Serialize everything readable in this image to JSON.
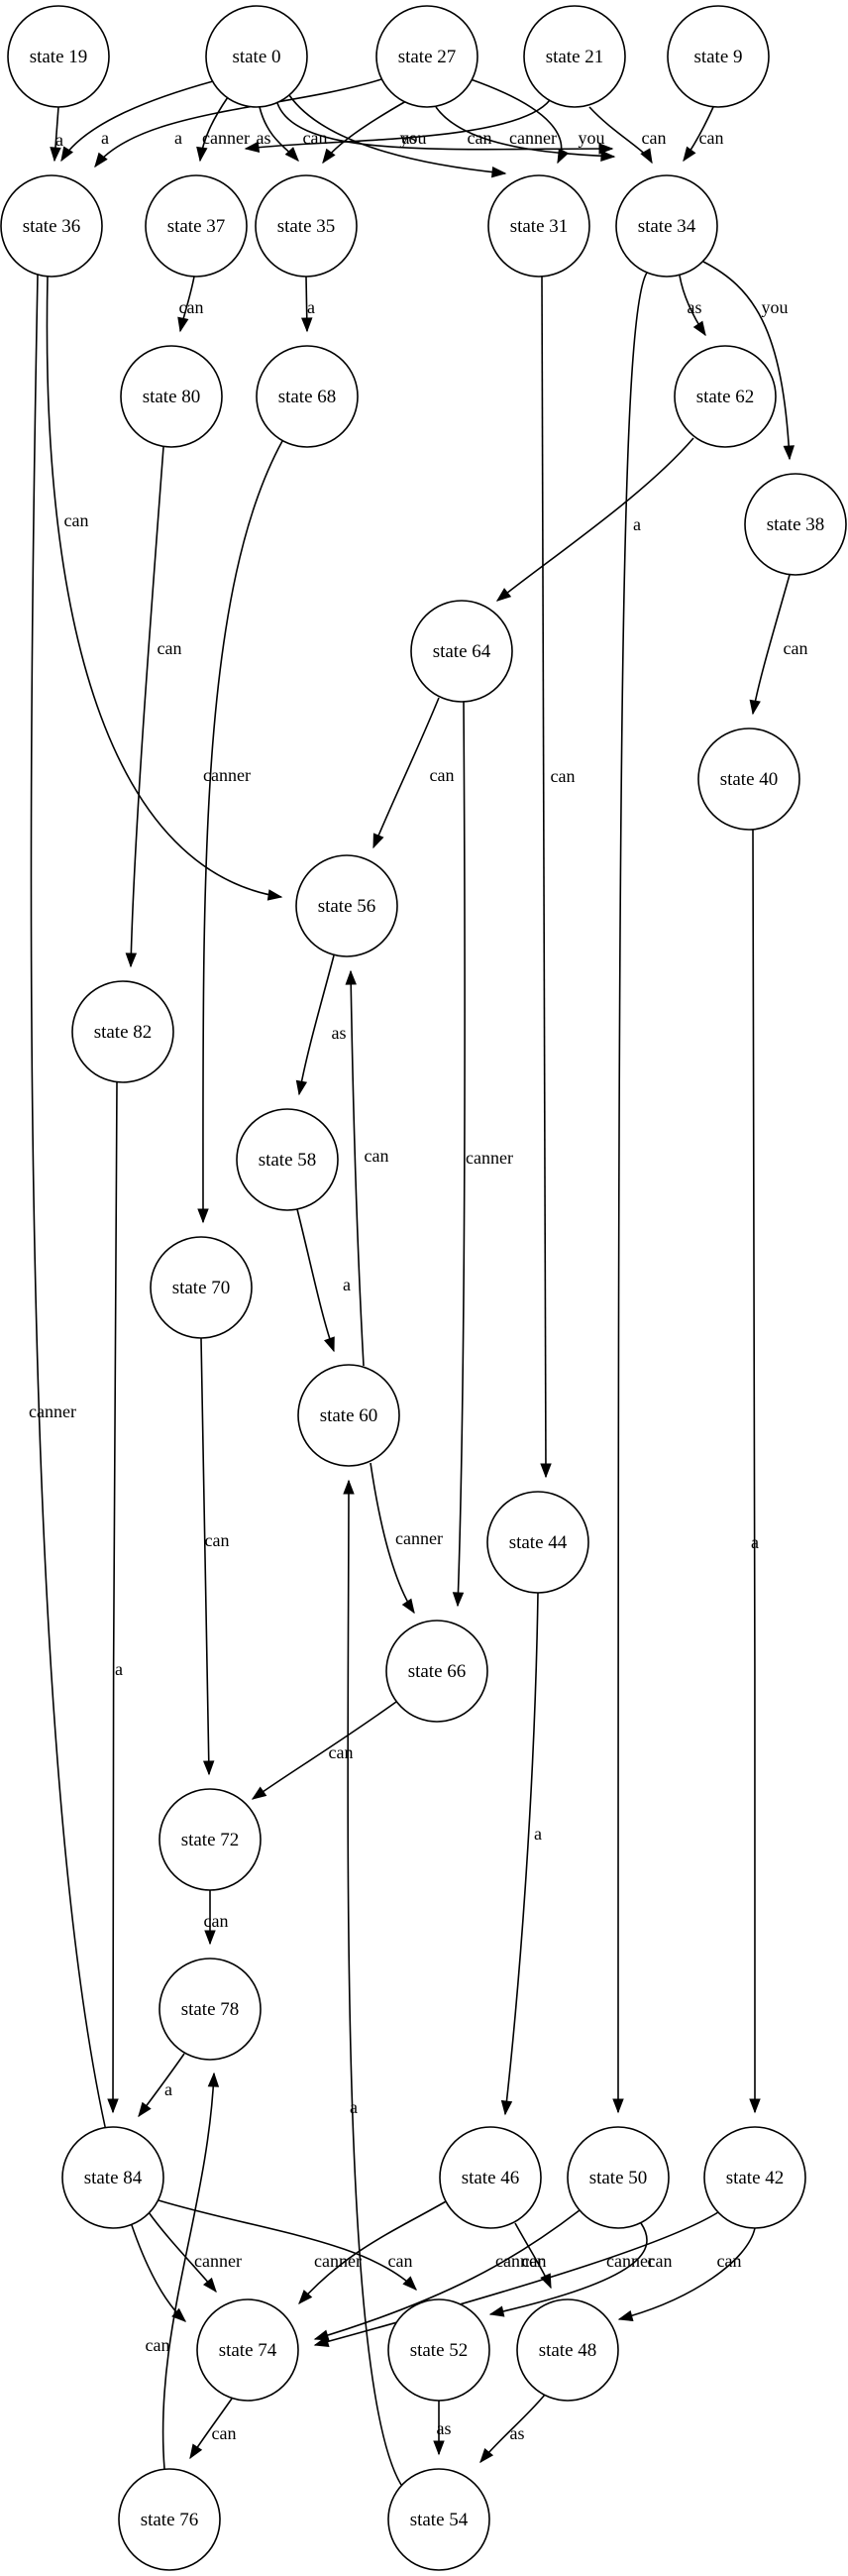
{
  "states": {
    "n0": "state 0",
    "n19": "state 19",
    "n27": "state 27",
    "n21": "state 21",
    "n9": "state 9",
    "n36": "state 36",
    "n37": "state 37",
    "n35": "state 35",
    "n31": "state 31",
    "n34": "state 34",
    "n80": "state 80",
    "n68": "state 68",
    "n62": "state 62",
    "n38": "state 38",
    "n64": "state 64",
    "n40": "state 40",
    "n56": "state 56",
    "n82": "state 82",
    "n58": "state 58",
    "n70": "state 70",
    "n60": "state 60",
    "n44": "state 44",
    "n66": "state 66",
    "n72": "state 72",
    "n78": "state 78",
    "n84": "state 84",
    "n46": "state 46",
    "n50": "state 50",
    "n42": "state 42",
    "n74": "state 74",
    "n52": "state 52",
    "n48": "state 48",
    "n76": "state 76",
    "n54": "state 54"
  },
  "transitions": [
    {
      "id": "19-36",
      "label": "a"
    },
    {
      "id": "0-36",
      "label": "a"
    },
    {
      "id": "0-37",
      "label": "canner"
    },
    {
      "id": "0-35",
      "label": "as"
    },
    {
      "id": "0-34",
      "label": "can"
    },
    {
      "id": "0-31",
      "label": "you"
    },
    {
      "id": "27-36",
      "label": "a"
    },
    {
      "id": "27-35",
      "label": "as"
    },
    {
      "id": "27-34",
      "label": "can"
    },
    {
      "id": "27-31",
      "label": "you"
    },
    {
      "id": "21-37",
      "label": "canner"
    },
    {
      "id": "21-34",
      "label": "can"
    },
    {
      "id": "9-34",
      "label": "can"
    },
    {
      "id": "37-80",
      "label": "can"
    },
    {
      "id": "35-68",
      "label": "a"
    },
    {
      "id": "34-62",
      "label": "as"
    },
    {
      "id": "34-38",
      "label": "you"
    },
    {
      "id": "34-50",
      "label": "a"
    },
    {
      "id": "36-56",
      "label": "can"
    },
    {
      "id": "36-74",
      "label": "canner"
    },
    {
      "id": "31-44",
      "label": "can"
    },
    {
      "id": "80-82",
      "label": "can"
    },
    {
      "id": "68-70",
      "label": "canner"
    },
    {
      "id": "62-64",
      "label": ""
    },
    {
      "id": "38-40",
      "label": "can"
    },
    {
      "id": "64-56",
      "label": "can"
    },
    {
      "id": "64-66",
      "label": "canner"
    },
    {
      "id": "40-42",
      "label": "a"
    },
    {
      "id": "56-58",
      "label": "as"
    },
    {
      "id": "60-56",
      "label": "can"
    },
    {
      "id": "58-60",
      "label": "a"
    },
    {
      "id": "60-66",
      "label": "canner"
    },
    {
      "id": "70-72",
      "label": "can"
    },
    {
      "id": "82-84",
      "label": "a"
    },
    {
      "id": "44-46",
      "label": "a"
    },
    {
      "id": "66-72",
      "label": "can"
    },
    {
      "id": "72-78",
      "label": "can"
    },
    {
      "id": "78-84",
      "label": "a"
    },
    {
      "id": "84-74",
      "label": "canner"
    },
    {
      "id": "84-52",
      "label": "can"
    },
    {
      "id": "46-74",
      "label": "canner"
    },
    {
      "id": "46-48",
      "label": "can"
    },
    {
      "id": "50-74",
      "label": "canner"
    },
    {
      "id": "50-52",
      "label": "can"
    },
    {
      "id": "42-74",
      "label": "canner"
    },
    {
      "id": "42-48",
      "label": "can"
    },
    {
      "id": "74-76",
      "label": "can"
    },
    {
      "id": "52-54",
      "label": "as"
    },
    {
      "id": "48-54",
      "label": "as"
    },
    {
      "id": "76-78",
      "label": "can"
    },
    {
      "id": "54-60",
      "label": "a"
    }
  ]
}
